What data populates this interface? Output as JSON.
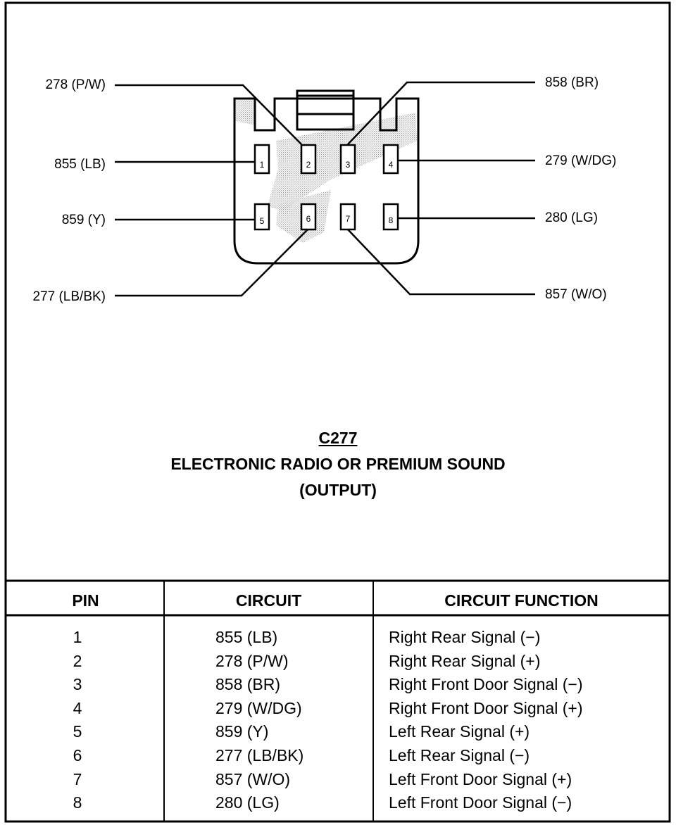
{
  "diagram": {
    "wire_labels": {
      "top_left": "278 (P/W)",
      "mid_left": "855 (LB)",
      "low_left": "859 (Y)",
      "bottom_left": "277 (LB/BK)",
      "top_right": "858 (BR)",
      "mid_right": "279 (W/DG)",
      "low_right": "280 (LG)",
      "bottom_right": "857 (W/O)"
    },
    "pin_numbers": [
      "1",
      "2",
      "3",
      "4",
      "5",
      "6",
      "7",
      "8"
    ],
    "connector_id": "C277",
    "title_line1": "ELECTRONIC RADIO OR PREMIUM SOUND",
    "title_line2": "(OUTPUT)"
  },
  "table": {
    "headers": {
      "pin": "PIN",
      "circuit": "CIRCUIT",
      "function": "CIRCUIT FUNCTION"
    },
    "rows": [
      {
        "pin": "1",
        "circuit": "855 (LB)",
        "function": "Right Rear Signal (−)"
      },
      {
        "pin": "2",
        "circuit": "278 (P/W)",
        "function": "Right Rear Signal (+)"
      },
      {
        "pin": "3",
        "circuit": "858 (BR)",
        "function": "Right Front Door Signal (−)"
      },
      {
        "pin": "4",
        "circuit": "279 (W/DG)",
        "function": "Right Front Door Signal (+)"
      },
      {
        "pin": "5",
        "circuit": "859 (Y)",
        "function": "Left Rear Signal (+)"
      },
      {
        "pin": "6",
        "circuit": "277 (LB/BK)",
        "function": "Left Rear Signal (−)"
      },
      {
        "pin": "7",
        "circuit": "857 (W/O)",
        "function": "Left Front Door Signal (+)"
      },
      {
        "pin": "8",
        "circuit": "280 (LG)",
        "function": "Left Front Door Signal (−)"
      }
    ]
  },
  "colors": {
    "ink": "#000000",
    "paper": "#ffffff",
    "stipple": "#9a9a9a"
  }
}
